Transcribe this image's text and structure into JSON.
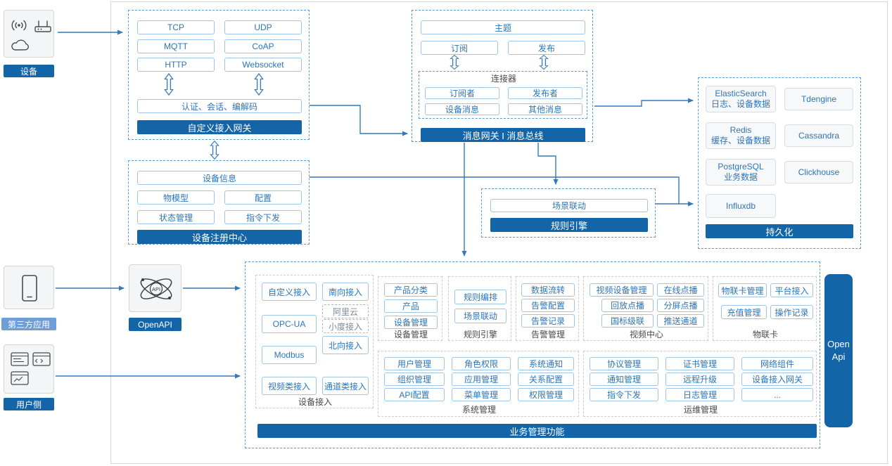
{
  "left_rail": {
    "device": {
      "label": "设备"
    },
    "third_party": {
      "label": "第三方应用"
    },
    "user_side": {
      "label": "用户侧"
    }
  },
  "gateway": {
    "protocols": [
      "TCP",
      "UDP",
      "MQTT",
      "CoAP",
      "HTTP",
      "Websocket"
    ],
    "auth_bar": "认证、会话、编解码",
    "title": "自定义接入网关"
  },
  "registry": {
    "device_info": "设备信息",
    "items": [
      "物模型",
      "配置",
      "状态管理",
      "指令下发"
    ],
    "title": "设备注册中心"
  },
  "message_bus": {
    "topic": "主题",
    "subscribe": "订阅",
    "publish": "发布",
    "connector": {
      "title": "连接器",
      "items": [
        "订阅者",
        "发布者",
        "设备消息",
        "其他消息"
      ]
    },
    "title": "消息网关 I 消息总线"
  },
  "rule_engine": {
    "item": "场景联动",
    "title": "规则引擎"
  },
  "persistence": {
    "stores": [
      {
        "name": "ElasticSearch",
        "desc": "日志、设备数据"
      },
      {
        "name": "Tdengine"
      },
      {
        "name": "Redis",
        "desc": "缓存、设备数据"
      },
      {
        "name": "Cassandra"
      },
      {
        "name": "PostgreSQL",
        "desc": "业务数据"
      },
      {
        "name": "Clickhouse"
      },
      {
        "name": "Influxdb"
      }
    ],
    "title": "持久化"
  },
  "openapi": {
    "label": "OpenAPI"
  },
  "business": {
    "groups": {
      "device_access": {
        "label": "设备接入",
        "items": [
          "自定义接入",
          "南向接入",
          "OPC-UA",
          "阿里云",
          "小度接入",
          "北向接入",
          "Modbus",
          "视频类接入",
          "通道类接入"
        ]
      },
      "device_mgmt": {
        "label": "设备管理",
        "items": [
          "产品分类",
          "产品",
          "设备管理"
        ]
      },
      "rule_engine": {
        "label": "规则引擎",
        "items": [
          "规则编排",
          "场景联动"
        ]
      },
      "alarm_mgmt": {
        "label": "告警管理",
        "items": [
          "数据流转",
          "告警配置",
          "告警记录"
        ]
      },
      "video_center": {
        "label": "视频中心",
        "items": [
          "视频设备管理",
          "在线点播",
          "回放点播",
          "分屏点播",
          "国标级联",
          "推送通道"
        ]
      },
      "iot_card": {
        "label": "物联卡",
        "items": [
          "物联卡管理",
          "平台接入",
          "充值管理",
          "操作记录"
        ]
      },
      "system_mgmt": {
        "label": "系统管理",
        "items": [
          "用户管理",
          "角色权限",
          "系统通知",
          "组织管理",
          "应用管理",
          "关系配置",
          "API配置",
          "菜单管理",
          "权限管理"
        ]
      },
      "ops_mgmt": {
        "label": "运维管理",
        "items": [
          "协议管理",
          "证书管理",
          "网络组件",
          "通知管理",
          "远程升级",
          "设备接入网关",
          "指令下发",
          "日志管理",
          "..."
        ]
      }
    },
    "footer_bar": "业务管理功能",
    "open_api_bar": {
      "line1": "Open",
      "line2": "Api"
    }
  },
  "colors": {
    "primary_blue": "#1464a8",
    "arrow_blue": "#3579b8",
    "node_border": "#9fc4e6",
    "node_text": "#2e75b6",
    "badge_light_blue": "#6f9ed6",
    "dashed_blue": "#5b9bd5"
  }
}
